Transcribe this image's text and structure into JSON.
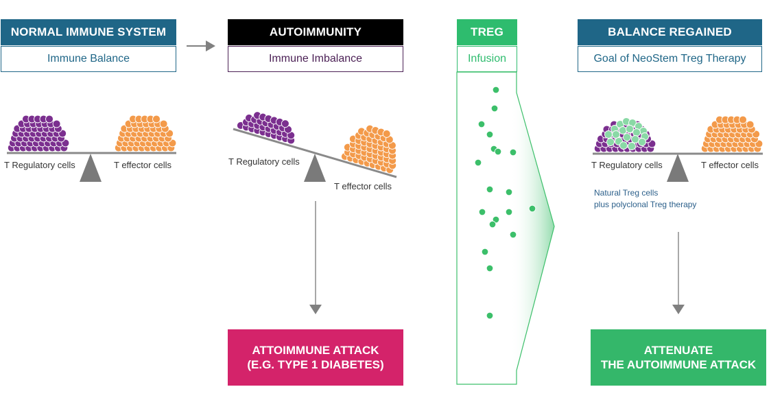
{
  "panels": {
    "normal": {
      "title": "NORMAL IMMUNE SYSTEM",
      "subtitle": "Immune Balance"
    },
    "autoimmunity": {
      "title": "AUTOIMMUNITY",
      "subtitle": "Immune Imbalance"
    },
    "treg": {
      "title": "TREG",
      "subtitle": "Infusion"
    },
    "balance": {
      "title": "BALANCE REGAINED",
      "subtitle": "Goal of NeoStem Treg Therapy"
    }
  },
  "labels": {
    "t_regulatory": "T Regulatory cells",
    "t_effector": "T effector cells"
  },
  "note": {
    "line1": "Natural Treg cells",
    "line2": "plus polyclonal Treg therapy"
  },
  "results": {
    "attack": {
      "line1": "ATTOIMMUNE ATTACK",
      "line2": "(E.G. TYPE 1 DIABETES)"
    },
    "attenuate": {
      "line1": "ATTENUATE",
      "line2": "THE AUTOIMMUNE ATTACK"
    }
  },
  "colors": {
    "header_blue": "#1f6687",
    "header_black": "#000000",
    "header_green": "#2ebc6e",
    "regulatory_purple": "#7b2f8f",
    "effector_orange": "#f39a4a",
    "treg_green": "#3cbf6a",
    "attack_magenta": "#d4236a",
    "attenuate_green": "#34b76a",
    "fulcrum_gray": "#7a7a7a"
  }
}
